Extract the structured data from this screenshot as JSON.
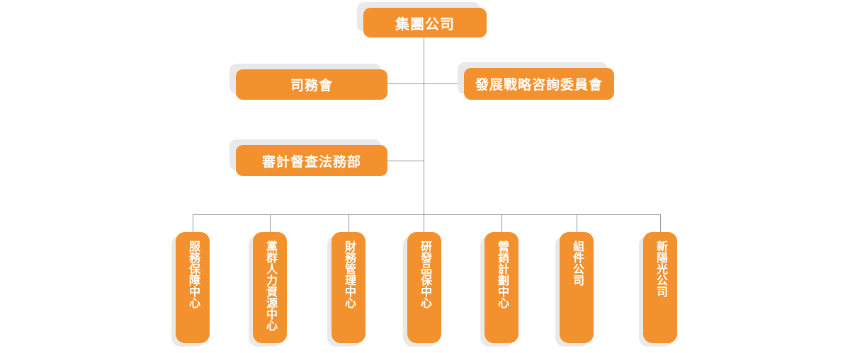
{
  "colors": {
    "node": "#F2912D",
    "shadow": "#E9E9E9",
    "line": "#979797",
    "text": "#FFFFFF"
  },
  "chart_data": {
    "type": "org-chart",
    "root": {
      "label": "集團公司"
    },
    "level2": [
      {
        "label": "司務會",
        "side": "left"
      },
      {
        "label": "發展戰略咨詢委員會",
        "side": "right"
      }
    ],
    "level3": [
      {
        "label": "審計督查法務部",
        "side": "left"
      }
    ],
    "children": [
      {
        "label": "服務保障中心"
      },
      {
        "label": "黨群人力資源中心"
      },
      {
        "label": "財務管理中心"
      },
      {
        "label": "研發品保中心"
      },
      {
        "label": "營銷計劃中心"
      },
      {
        "label": "組件公司"
      },
      {
        "label": "新陽光公司"
      }
    ]
  }
}
